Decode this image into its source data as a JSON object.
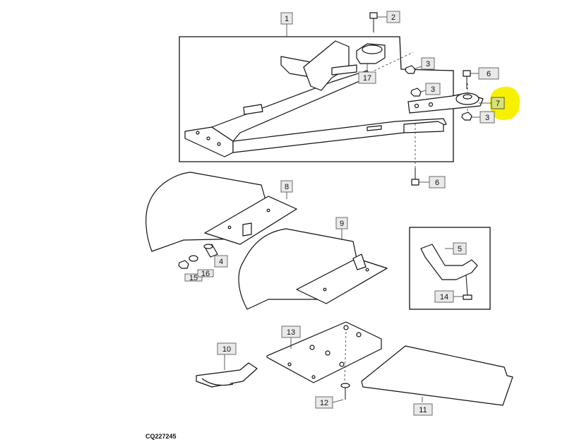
{
  "drawing_code": "CQ227245",
  "highlight_color": "#f7f000",
  "callouts": [
    {
      "id": "c1",
      "label": "1"
    },
    {
      "id": "c2",
      "label": "2"
    },
    {
      "id": "c3a",
      "label": "3"
    },
    {
      "id": "c3b",
      "label": "3"
    },
    {
      "id": "c3c",
      "label": "3"
    },
    {
      "id": "c4",
      "label": "4"
    },
    {
      "id": "c5",
      "label": "5"
    },
    {
      "id": "c6a",
      "label": "6"
    },
    {
      "id": "c6b",
      "label": "6"
    },
    {
      "id": "c7",
      "label": "7",
      "highlighted": true
    },
    {
      "id": "c8",
      "label": "8"
    },
    {
      "id": "c9",
      "label": "9"
    },
    {
      "id": "c10",
      "label": "10"
    },
    {
      "id": "c11",
      "label": "11"
    },
    {
      "id": "c12",
      "label": "12"
    },
    {
      "id": "c13",
      "label": "13"
    },
    {
      "id": "c14",
      "label": "14"
    },
    {
      "id": "c15",
      "label": "15"
    },
    {
      "id": "c16",
      "label": "16"
    },
    {
      "id": "c17",
      "label": "17"
    }
  ]
}
